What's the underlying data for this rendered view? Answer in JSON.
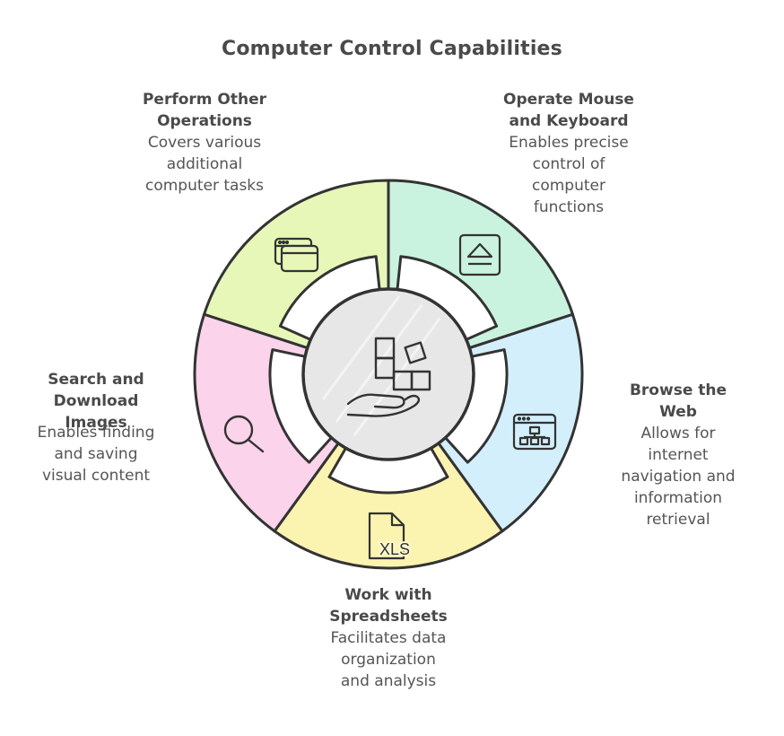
{
  "title": "Computer Control Capabilities",
  "segments": [
    {
      "id": "perform-other",
      "heading": "Perform Other\nOperations",
      "description": "Covers various\nadditional\ncomputer tasks",
      "color": "#e6f7b8",
      "icon": "windows-icon"
    },
    {
      "id": "mouse-keyboard",
      "heading": "Operate Mouse\nand Keyboard",
      "description": "Enables precise\ncontrol of\ncomputer\nfunctions",
      "color": "#c9f3df",
      "icon": "eject-icon"
    },
    {
      "id": "browse-web",
      "heading": "Browse the\nWeb",
      "description": "Allows for\ninternet\nnavigation and\ninformation\nretrieval",
      "color": "#d3effb",
      "icon": "sitemap-browser-icon"
    },
    {
      "id": "spreadsheets",
      "heading": "Work with\nSpreadsheets",
      "description": "Facilitates data\norganization\nand analysis",
      "color": "#fbf3b0",
      "icon": "xls-file-icon"
    },
    {
      "id": "search-images",
      "heading": "Search and\nDownload\nImages",
      "description": "Enables finding\nand saving\nvisual content",
      "color": "#fbd3ea",
      "icon": "search-icon"
    }
  ],
  "xls_text": "XLS",
  "center": {
    "icon": "hand-blocks-icon",
    "color": "#e7e7e7"
  }
}
